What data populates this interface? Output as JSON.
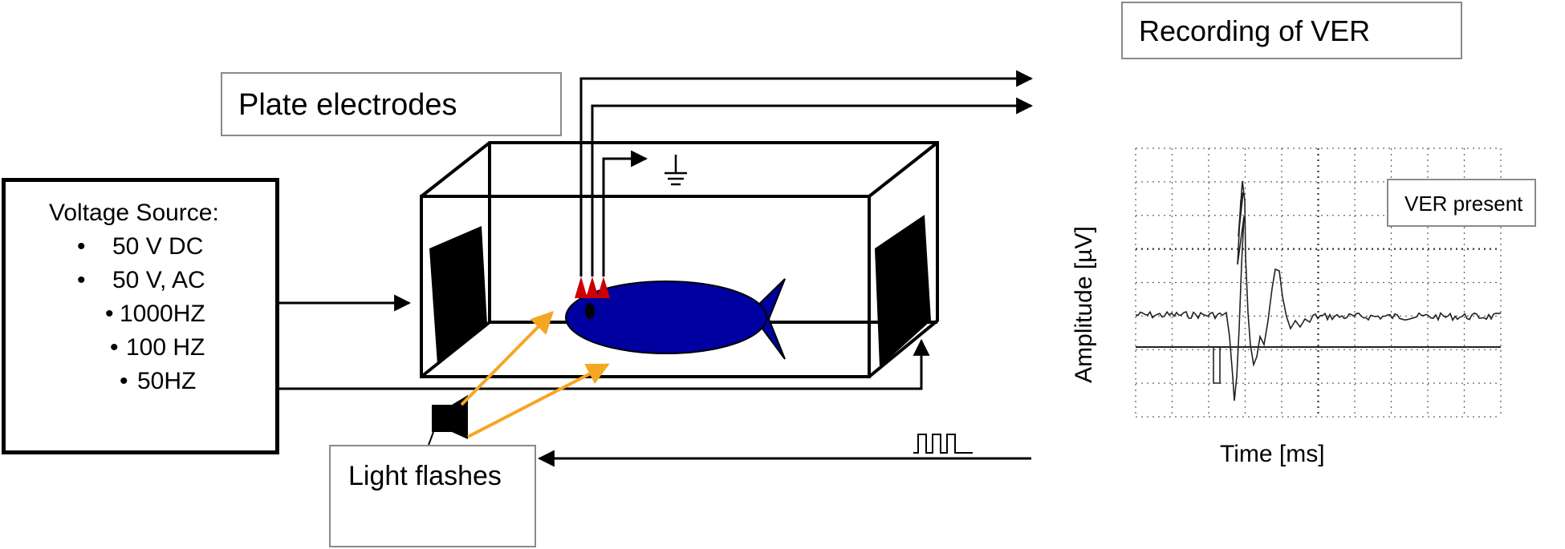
{
  "recording": {
    "title": "Recording of VER"
  },
  "plate": {
    "title": "Plate electrodes"
  },
  "voltage_source": {
    "title": "Voltage Source:",
    "items": [
      {
        "bullet": "•",
        "text": "50 V DC"
      },
      {
        "bullet": "•",
        "text": "50 V, AC"
      },
      {
        "bullet": "•",
        "text": "1000HZ"
      },
      {
        "bullet": "•",
        "text": "100 HZ"
      },
      {
        "bullet": "•",
        "text": "50HZ"
      }
    ]
  },
  "light": {
    "title": "Light flashes"
  },
  "plot": {
    "ylabel": "Amplitude [µV]",
    "xlabel": "Time [ms]",
    "badge": "VER present"
  },
  "colors": {
    "fish": "#0000a0",
    "electrode": "#cc0000",
    "light_ray": "#f5a623",
    "box_border": "#8a8a8a"
  }
}
